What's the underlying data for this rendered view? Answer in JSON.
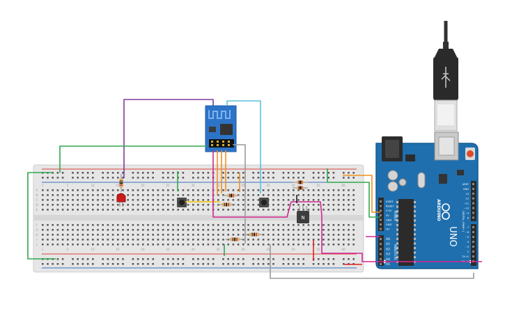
{
  "colors": {
    "breadboard": "#e6e6e6",
    "hole": "#5a5a5a",
    "rail_red": "#d9433b",
    "rail_blue": "#3b6fb8",
    "arduino": "#1f6fae",
    "arduino_dark": "#175a8e",
    "esp_board": "#2c74c8",
    "wire_green": "#2fa84f",
    "wire_purple": "#7d3c98",
    "wire_cyan": "#5bc0de",
    "wire_orange": "#f0901c",
    "wire_yellow": "#f2c200",
    "wire_magenta": "#d1278f",
    "wire_gray": "#9a9a9a",
    "wire_red": "#e02020",
    "wire_black": "#222222",
    "led_red": "#cc1b1b"
  },
  "arduino": {
    "brand": "ARDUINO",
    "model": "UNO",
    "power_header_title": "POWER",
    "analog_header_title": "ANALOG IN",
    "digital_header_title": "DIGITAL (PWM~)",
    "power_pins": [
      "IOREF",
      "RESET",
      "3.3V",
      "5V",
      "GND",
      "GND",
      "Vin"
    ],
    "analog_pins": [
      "A0",
      "A1",
      "A2",
      "A3",
      "A4",
      "A5"
    ],
    "digital_pins_top": [
      "AREF",
      "GND",
      "13",
      "12",
      "~11",
      "~10",
      "~9",
      "8"
    ],
    "digital_pins_bottom": [
      "7",
      "~6",
      "~5",
      "4",
      "~3",
      "2",
      "TX→1",
      "RX←0"
    ],
    "icons": [
      "usb-plug-icon",
      "power-jack-icon",
      "reset-button-icon"
    ]
  },
  "breadboard": {
    "row_labels": [
      "A",
      "B",
      "C",
      "D",
      "E",
      "F",
      "G",
      "H",
      "I",
      "J"
    ],
    "column_numbers": [
      "1",
      "5",
      "10",
      "15",
      "20",
      "25",
      "30",
      "35",
      "40",
      "45",
      "50",
      "55",
      "60"
    ]
  },
  "transistor": {
    "label": "N"
  },
  "components": [
    "esp8266-module",
    "red-led",
    "pushbutton-1",
    "pushbutton-2",
    "npn-transistor",
    "resistors"
  ]
}
